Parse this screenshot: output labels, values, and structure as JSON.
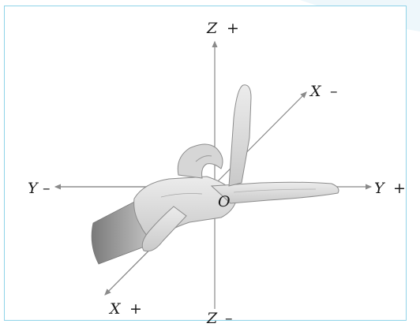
{
  "labels": {
    "z_plus_letter": "Z",
    "z_plus_sign": "+",
    "z_minus_letter": "Z",
    "z_minus_sign": "–",
    "y_minus_letter": "Y",
    "y_minus_sign": "–",
    "y_plus_letter": "Y",
    "y_plus_sign": "+",
    "x_minus_letter": "X",
    "x_minus_sign": "–",
    "x_plus_letter": "X",
    "x_plus_sign": "+",
    "origin": "O"
  },
  "colors": {
    "frame_border": "#8fd3e8",
    "axis": "#8a8a8a",
    "label": "#1a1a1a",
    "hand_fill": "#dcdcdc",
    "hand_shade": "#a9a9a9"
  }
}
